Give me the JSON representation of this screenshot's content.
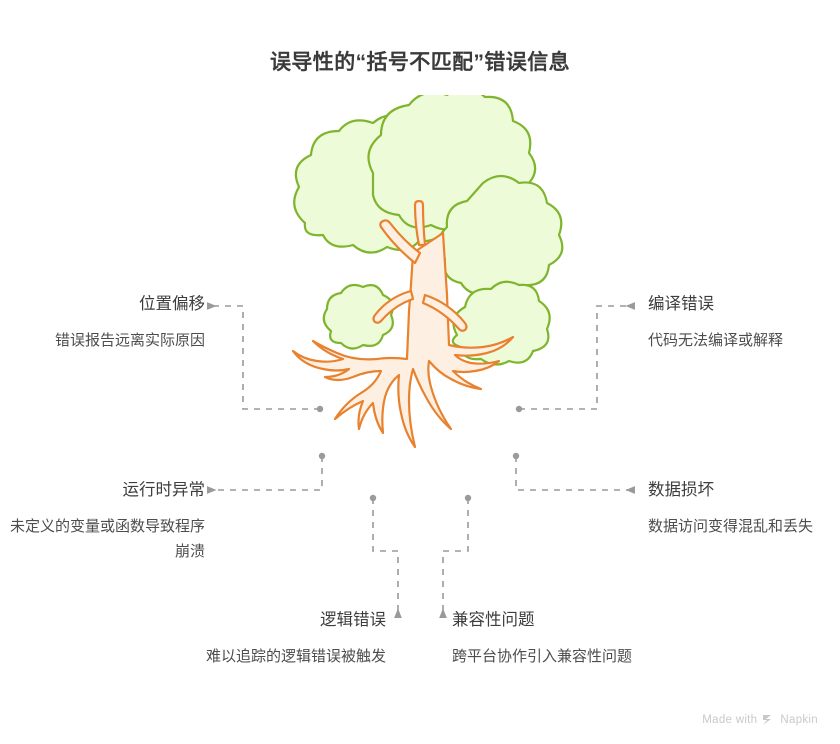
{
  "page": {
    "title": "误导性的“括号不匹配”错误信息",
    "background_color": "#ffffff"
  },
  "illustration": {
    "name": "tree-with-roots",
    "canopy_fill": "#eefbd8",
    "canopy_stroke": "#7fb52e",
    "trunk_fill": "#fdf0e3",
    "trunk_stroke": "#e8822e",
    "connector_color": "#9a9a9a",
    "node_dot_color": "#9a9a9a"
  },
  "labels": [
    {
      "id": "position-shift",
      "title": "位置偏移",
      "description": "错误报告远离实际原因",
      "side": "left",
      "row": "top"
    },
    {
      "id": "compile-error",
      "title": "编译错误",
      "description": "代码无法编译或解释",
      "side": "right",
      "row": "top"
    },
    {
      "id": "runtime-error",
      "title": "运行时异常",
      "description": "未定义的变量或函数导致程序崩溃",
      "side": "left",
      "row": "middle"
    },
    {
      "id": "data-corruption",
      "title": "数据损坏",
      "description": "数据访问变得混乱和丢失",
      "side": "right",
      "row": "middle"
    },
    {
      "id": "logic-error",
      "title": "逻辑错误",
      "description": "难以追踪的逻辑错误被触发",
      "side": "left",
      "row": "bottom"
    },
    {
      "id": "compatibility-issue",
      "title": "兼容性问题",
      "description": "跨平台协作引入兼容性问题",
      "side": "right",
      "row": "bottom"
    }
  ],
  "watermark": {
    "prefix": "Made with",
    "brand": "Napkin",
    "icon": "napkin-logo-icon"
  }
}
